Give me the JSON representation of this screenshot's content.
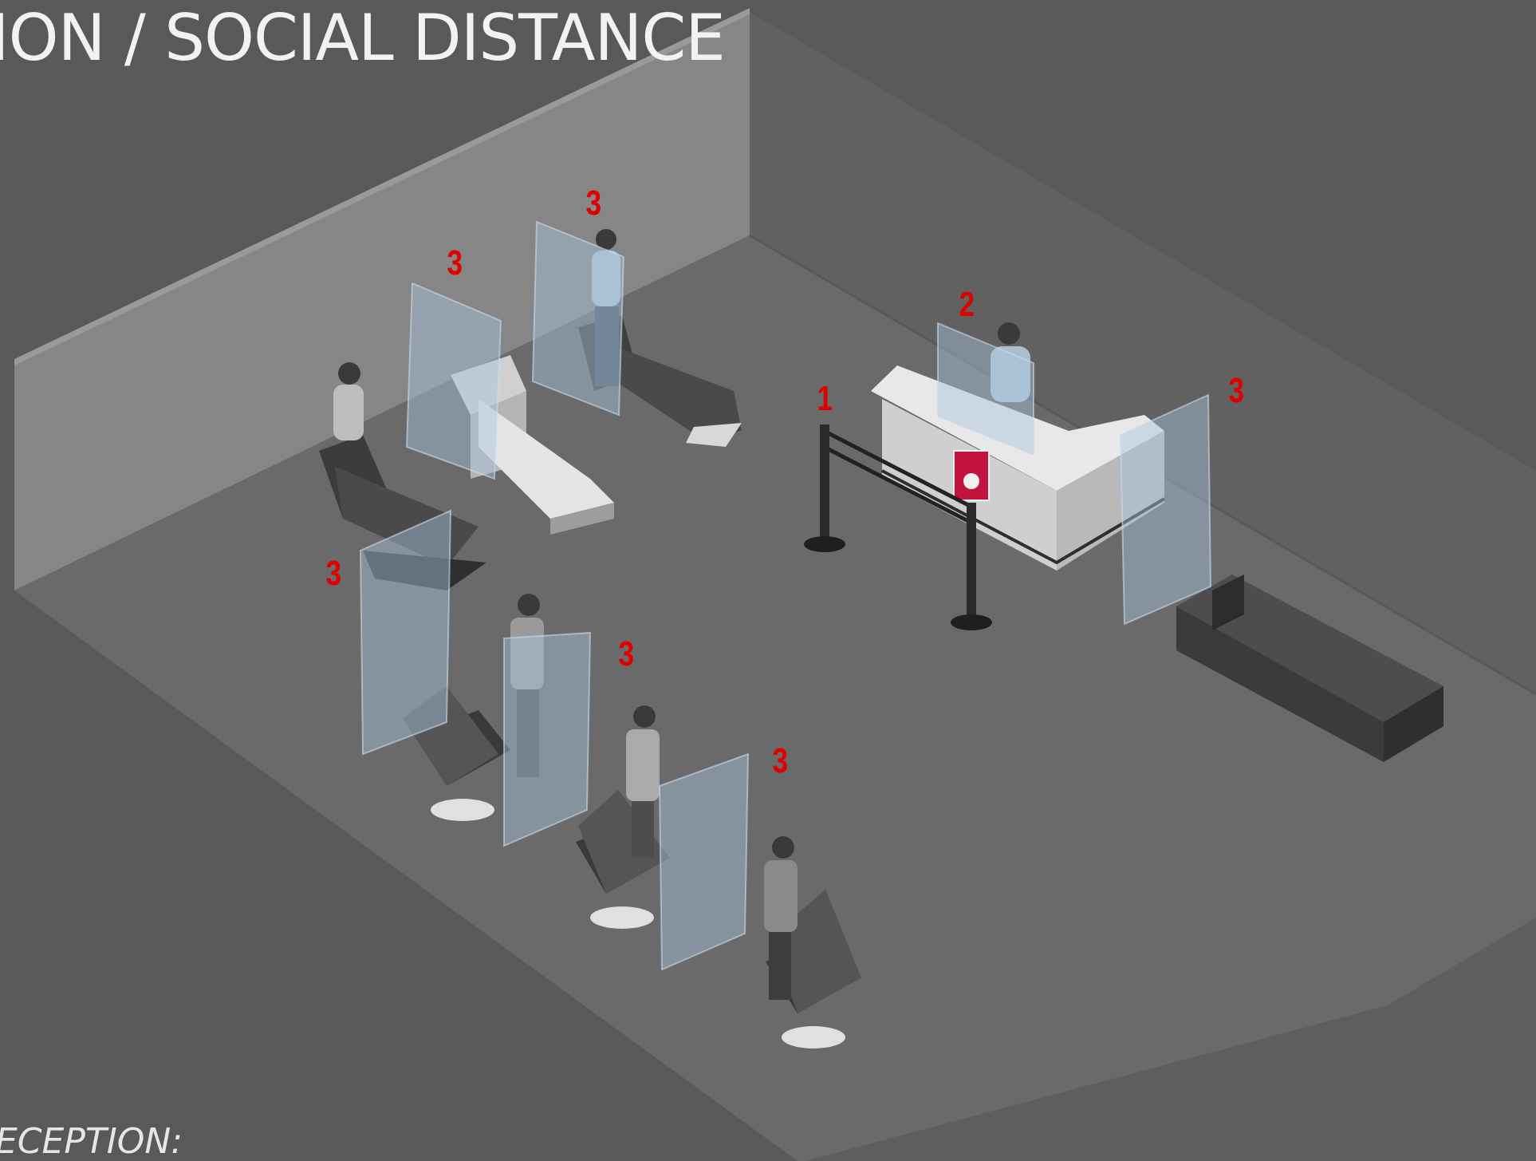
{
  "title": "ION  / SOCIAL DISTANCE",
  "caption": "ECEPTION:",
  "markers": {
    "stanchion": "1",
    "reception_shield": "2",
    "wash_shield_left": "3",
    "wash_shield_right": "3",
    "side_shield": "3",
    "chair_shield_1": "3",
    "chair_shield_2": "3",
    "reception_side_shield": "3"
  },
  "colors": {
    "background": "#595959",
    "floor": "#6b6b6b",
    "left_wall": "#8a8a8a",
    "back_wall": "#616161",
    "marker": "#e00000",
    "shield": "#a9c6de",
    "sign": "#c0143c"
  }
}
